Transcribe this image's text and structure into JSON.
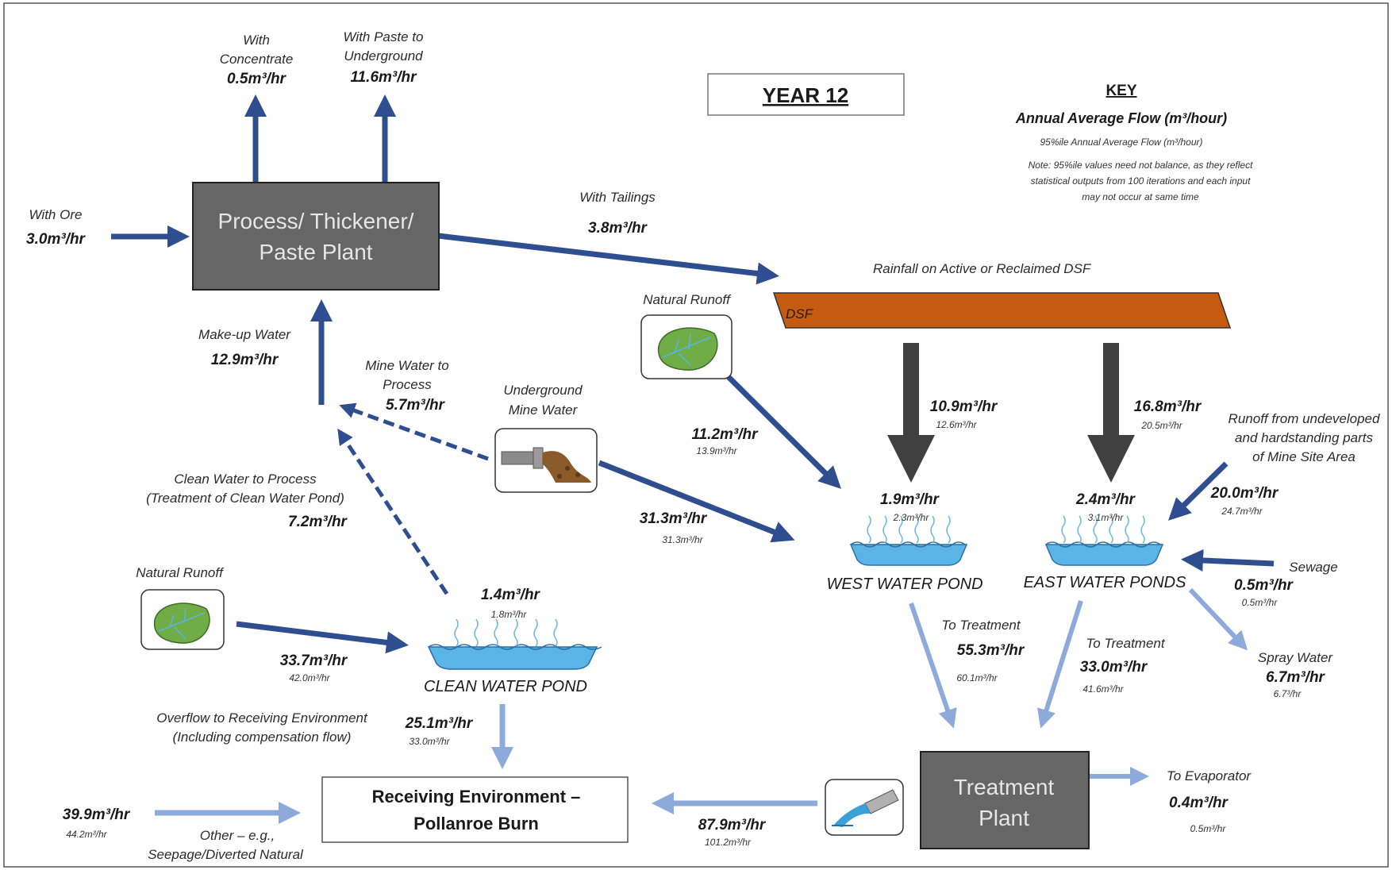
{
  "year_label": "YEAR 12",
  "key": {
    "title": "KEY",
    "annual": "Annual Average Flow (m³/hour)",
    "p95": "95%ile Annual Average Flow (m³/hour)",
    "note_1": "Note:  95%ile values need not balance, as they reflect",
    "note_2": "statistical outputs from 100 iterations and each input",
    "note_3": "may not occur at same time"
  },
  "process_plant": {
    "line1": "Process/ Thickener/",
    "line2": "Paste Plant"
  },
  "dsf": {
    "label": "DSF",
    "rainfall": "Rainfall on Active or Reclaimed DSF"
  },
  "treatment_plant": {
    "line1": "Treatment",
    "line2": "Plant"
  },
  "receiving_env": {
    "line1": "Receiving Environment –",
    "line2": "Pollanroe Burn"
  },
  "ponds": {
    "west": "WEST WATER POND",
    "east": "EAST WATER PONDS",
    "clean": "CLEAN WATER POND"
  },
  "flows": {
    "concentrate": {
      "l1": "With",
      "l2": "Concentrate",
      "value": "0.5m³/hr"
    },
    "paste_underground": {
      "l1": "With Paste to",
      "l2": "Underground",
      "value": "11.6m³/hr"
    },
    "ore": {
      "label": "With Ore",
      "value": "3.0m³/hr"
    },
    "tailings": {
      "label": "With Tailings",
      "value": "3.8m³/hr"
    },
    "makeup": {
      "label": "Make-up Water",
      "value": "12.9m³/hr"
    },
    "mine_to_process": {
      "l1": "Mine Water to",
      "l2": "Process",
      "value": "5.7m³/hr"
    },
    "underground_mine": {
      "l1": "Underground",
      "l2": "Mine Water"
    },
    "natural_runoff_top": {
      "label": "Natural Runoff",
      "value": "11.2m³/hr",
      "p95": "13.9m³/hr"
    },
    "mine_to_west": {
      "value": "31.3m³/hr",
      "p95": "31.3m³/hr"
    },
    "dsf_to_west": {
      "value": "10.9m³/hr",
      "p95": "12.6m³/hr"
    },
    "dsf_to_east": {
      "value": "16.8m³/hr",
      "p95": "20.5m³/hr"
    },
    "west_rain": {
      "value": "1.9m³/hr",
      "p95": "2.3m³/hr"
    },
    "east_rain": {
      "value": "2.4m³/hr",
      "p95": "3.1m³/hr"
    },
    "runoff_undeveloped": {
      "l1": "Runoff from undeveloped",
      "l2": "and hardstanding parts",
      "l3": "of Mine Site Area",
      "value": "20.0m³/hr",
      "p95": "24.7m³/hr"
    },
    "sewage": {
      "label": "Sewage",
      "value": "0.5m³/hr",
      "p95": "0.5m³/hr"
    },
    "spray": {
      "label": "Spray Water",
      "value": "6.7m³/hr",
      "p95": "6.7³/hr"
    },
    "west_treatment": {
      "label": "To Treatment",
      "value": "55.3m³/hr",
      "p95": "60.1m³/hr"
    },
    "east_treatment": {
      "label": "To Treatment",
      "value": "33.0m³/hr",
      "p95": "41.6m³/hr"
    },
    "clean_to_process": {
      "l1": "Clean Water to Process",
      "l2": "(Treatment of Clean Water Pond)",
      "value": "7.2m³/hr"
    },
    "natural_runoff_clean": {
      "label": "Natural Runoff",
      "value": "33.7m³/hr",
      "p95": "42.0m³/hr"
    },
    "clean_rain": {
      "value": "1.4m³/hr",
      "p95": "1.8m³/hr"
    },
    "overflow": {
      "l1": "Overflow to Receiving Environment",
      "l2": "(Including compensation flow)",
      "value": "25.1m³/hr",
      "p95": "33.0m³/hr"
    },
    "other_seepage": {
      "l1": "Other – e.g.,",
      "l2": "Seepage/Diverted Natural",
      "value": "39.9m³/hr",
      "p95": "44.2m³/hr"
    },
    "treated_discharge": {
      "value": "87.9m³/hr",
      "p95": "101.2m³/hr"
    },
    "evaporator": {
      "label": "To Evaporator",
      "value": "0.4m³/hr",
      "p95": "0.5m³/hr"
    }
  },
  "colors": {
    "process_box": "#666666",
    "dsf": "#c55a11",
    "pond_water": "#5ab4e5",
    "arrow_dark": "#2f4e8f",
    "arrow_light": "#8eaadb",
    "arrow_grey": "#404040",
    "leaf": "#70ad47"
  }
}
